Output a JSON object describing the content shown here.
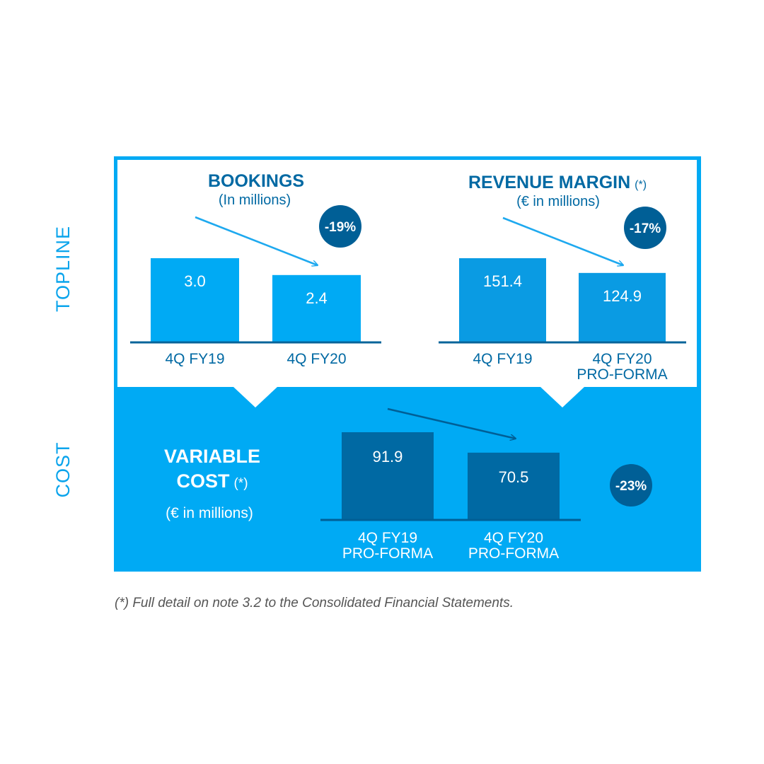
{
  "colors": {
    "frame": "#00aaf4",
    "bar_light": "#00aaf4",
    "bar_mid": "#0a9be3",
    "bar_dark": "#0069a3",
    "circle": "#005f96",
    "title": "#0069a3",
    "axis": "#08649a",
    "side_label": "#0aa4ec",
    "white": "#ffffff"
  },
  "side_labels": {
    "topline": "TOPLINE",
    "cost": "COST"
  },
  "panels": {
    "bookings": {
      "title": "BOOKINGS",
      "subtitle": "(In millions)",
      "change": "-19%"
    },
    "revenue": {
      "title": "REVENUE MARGIN",
      "title_mark": "(*)",
      "subtitle": "(€ in millions)",
      "change": "-17%"
    },
    "variable_cost": {
      "title_line1": "VARIABLE",
      "title_line2": "COST",
      "title_mark": "(*)",
      "subtitle": "(€ in millions)",
      "change": "-23%"
    }
  },
  "chart_data": [
    {
      "type": "bar",
      "title": "BOOKINGS",
      "subtitle": "(In millions)",
      "categories": [
        "4Q FY19",
        "4Q FY20"
      ],
      "values": [
        3.0,
        2.4
      ],
      "labels": [
        "3.0",
        "2.4"
      ],
      "ylim": [
        0,
        3.0
      ],
      "change": "-19%"
    },
    {
      "type": "bar",
      "title": "REVENUE MARGIN (*)",
      "subtitle": "(€ in millions)",
      "categories": [
        "4Q FY19",
        "4Q FY20 PRO-FORMA"
      ],
      "values": [
        151.4,
        124.9
      ],
      "labels": [
        "151.4",
        "124.9"
      ],
      "ylim": [
        0,
        151.4
      ],
      "change": "-17%"
    },
    {
      "type": "bar",
      "title": "VARIABLE COST (*)",
      "subtitle": "(€ in millions)",
      "categories": [
        "4Q FY19 PRO-FORMA",
        "4Q FY20 PRO-FORMA"
      ],
      "values": [
        91.9,
        70.5
      ],
      "labels": [
        "91.9",
        "70.5"
      ],
      "ylim": [
        0,
        91.9
      ],
      "change": "-23%"
    }
  ],
  "footnote": "(*) Full detail on note 3.2 to the Consolidated Financial Statements."
}
